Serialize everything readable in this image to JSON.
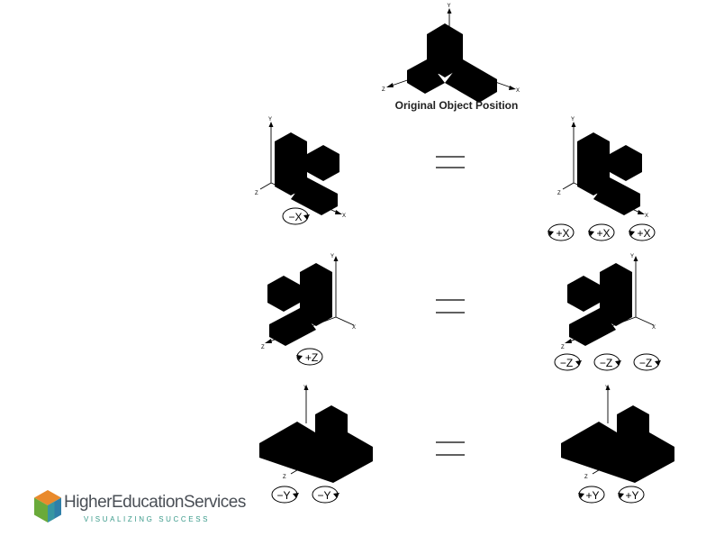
{
  "caption": "Original Object Position",
  "axis_labels": {
    "x": "X",
    "y": "Y",
    "z": "Z"
  },
  "rows": [
    {
      "left_rotations": [
        "−X"
      ],
      "right_rotations": [
        "+X",
        "+X",
        "+X"
      ]
    },
    {
      "left_rotations": [
        "+Z"
      ],
      "right_rotations": [
        "−Z",
        "−Z",
        "−Z"
      ]
    },
    {
      "left_rotations": [
        "−Y",
        "−Y"
      ],
      "right_rotations": [
        "+Y",
        "+Y"
      ]
    }
  ],
  "logo": {
    "name": "HigherEducationServices",
    "tagline": "VISUALIZING SUCCESS",
    "colors": {
      "name": "#4a4f56",
      "tagline": "#3a9a8a",
      "orange": "#e98a2c",
      "green": "#6aaa3a",
      "blue": "#2f7fa8",
      "teal": "#3aa0a0"
    }
  }
}
